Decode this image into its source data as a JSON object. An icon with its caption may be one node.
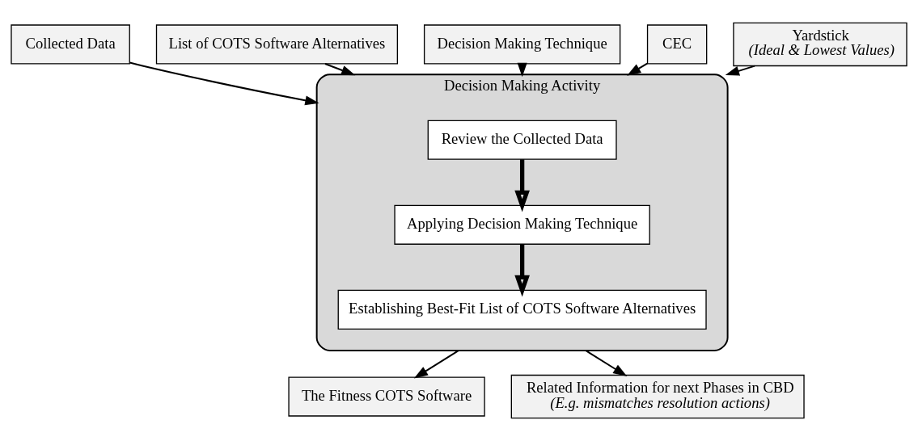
{
  "diagram": {
    "nodes": [
      {
        "text": [
          "Decision Making Activity"
        ]
      },
      {
        "text": [
          "Review the Collected Data"
        ],
        "in": 0
      },
      {
        "text": [
          "Applying Decision Making Technique"
        ],
        "in": 0
      },
      {
        "text": [
          "Establishing Best-Fit List of COTS Software Alternatives"
        ],
        "in": 0
      },
      {
        "text": [
          "Collected Data"
        ]
      },
      {
        "text": [
          "List of COTS Software Alternatives"
        ]
      },
      {
        "text": [
          "Decision Making Technique"
        ]
      },
      {
        "text": [
          "CEC"
        ]
      },
      {
        "text": [
          "Yardstick",
          "(Ideal & Lowest Values)"
        ]
      },
      {
        "text": [
          "The Fitness COTS Software"
        ]
      },
      {
        "text": [
          "Related Information for next Phases in CBD",
          "(E.g. mismatches resolution actions)"
        ]
      }
    ],
    "edges": [
      {
        "from": 4,
        "to": 0,
        "arrow": "to"
      },
      {
        "from": 5,
        "to": 0,
        "arrow": "to"
      },
      {
        "from": 6,
        "to": 0,
        "arrow": "to"
      },
      {
        "from": 7,
        "to": 0,
        "arrow": "to"
      },
      {
        "from": 8,
        "to": 0,
        "arrow": "to"
      },
      {
        "from": 1,
        "to": 2,
        "arrow": "to",
        "style": "thick"
      },
      {
        "from": 2,
        "to": 3,
        "arrow": "to",
        "style": "thick"
      },
      {
        "from": 0,
        "to": 9,
        "arrow": "to"
      },
      {
        "from": 0,
        "to": 10,
        "arrow": "to"
      }
    ]
  }
}
